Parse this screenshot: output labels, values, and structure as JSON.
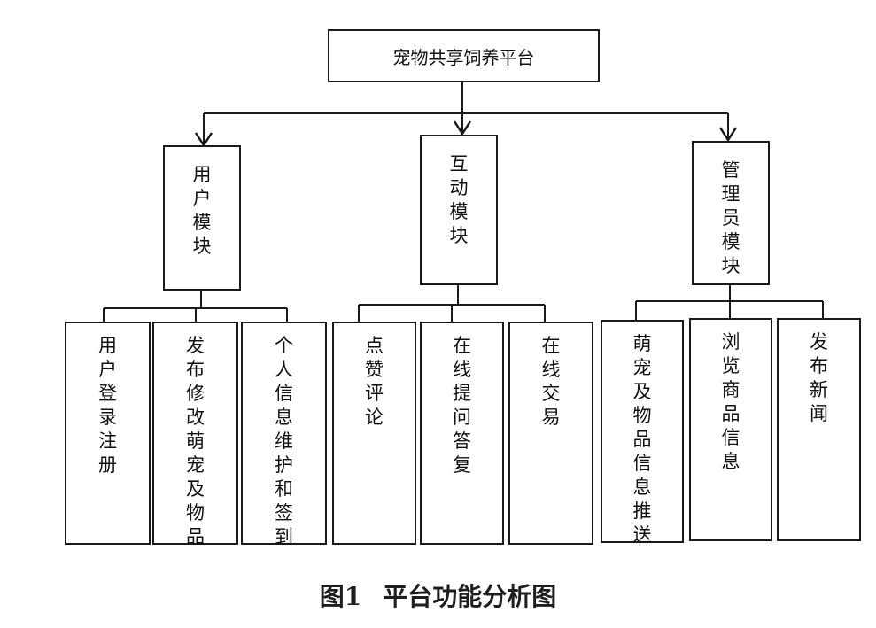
{
  "root": {
    "label": "宠物共享饲养平台"
  },
  "modules": [
    {
      "label": "用户模块",
      "children": [
        "用户登录注册",
        "发布修改萌宠及物品",
        "个人信息维护和签到"
      ]
    },
    {
      "label": "互动模块",
      "children": [
        "点赞评论",
        "在线提问答复",
        "在线交易"
      ]
    },
    {
      "label": "管理员模块",
      "children": [
        "萌宠及物品信息推送",
        "浏览商品信息",
        "发布新闻"
      ]
    }
  ],
  "caption": {
    "number": "图1",
    "title": "平台功能分析图"
  },
  "colors": {
    "line": "#1a1a1a",
    "background": "#ffffff"
  }
}
